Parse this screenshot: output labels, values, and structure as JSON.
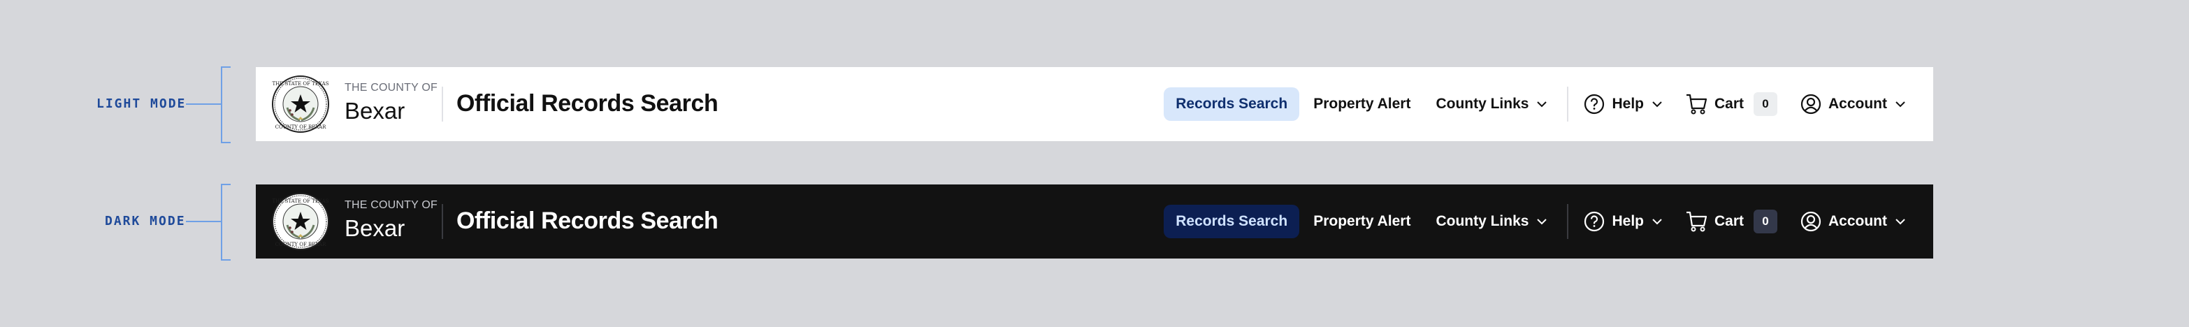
{
  "annotations": {
    "light_label": "LIGHT MODE",
    "dark_label": "DARK MODE"
  },
  "colors": {
    "background": "#d6d7db",
    "annotation_text": "#1f4a9a",
    "annotation_line": "#6fa0e6",
    "light_bar": "#ffffff",
    "dark_bar": "#121212",
    "light_active_pill": "#d8e7fb",
    "dark_active_pill": "#0c1f52",
    "light_badge": "#eceef0",
    "dark_badge": "#33384a"
  },
  "header": {
    "logo_icon": "county-seal-icon",
    "county_prefix": "THE COUNTY OF",
    "county_name": "Bexar",
    "app_title": "Official Records Search",
    "nav": {
      "records_search": "Records Search",
      "property_alert": "Property Alert",
      "county_links": "County Links",
      "help": "Help",
      "cart": "Cart",
      "cart_count": "0",
      "account": "Account"
    },
    "icons": {
      "help": "help-circle-icon",
      "cart": "shopping-cart-icon",
      "account": "user-circle-icon",
      "dropdown": "chevron-down-icon"
    }
  }
}
